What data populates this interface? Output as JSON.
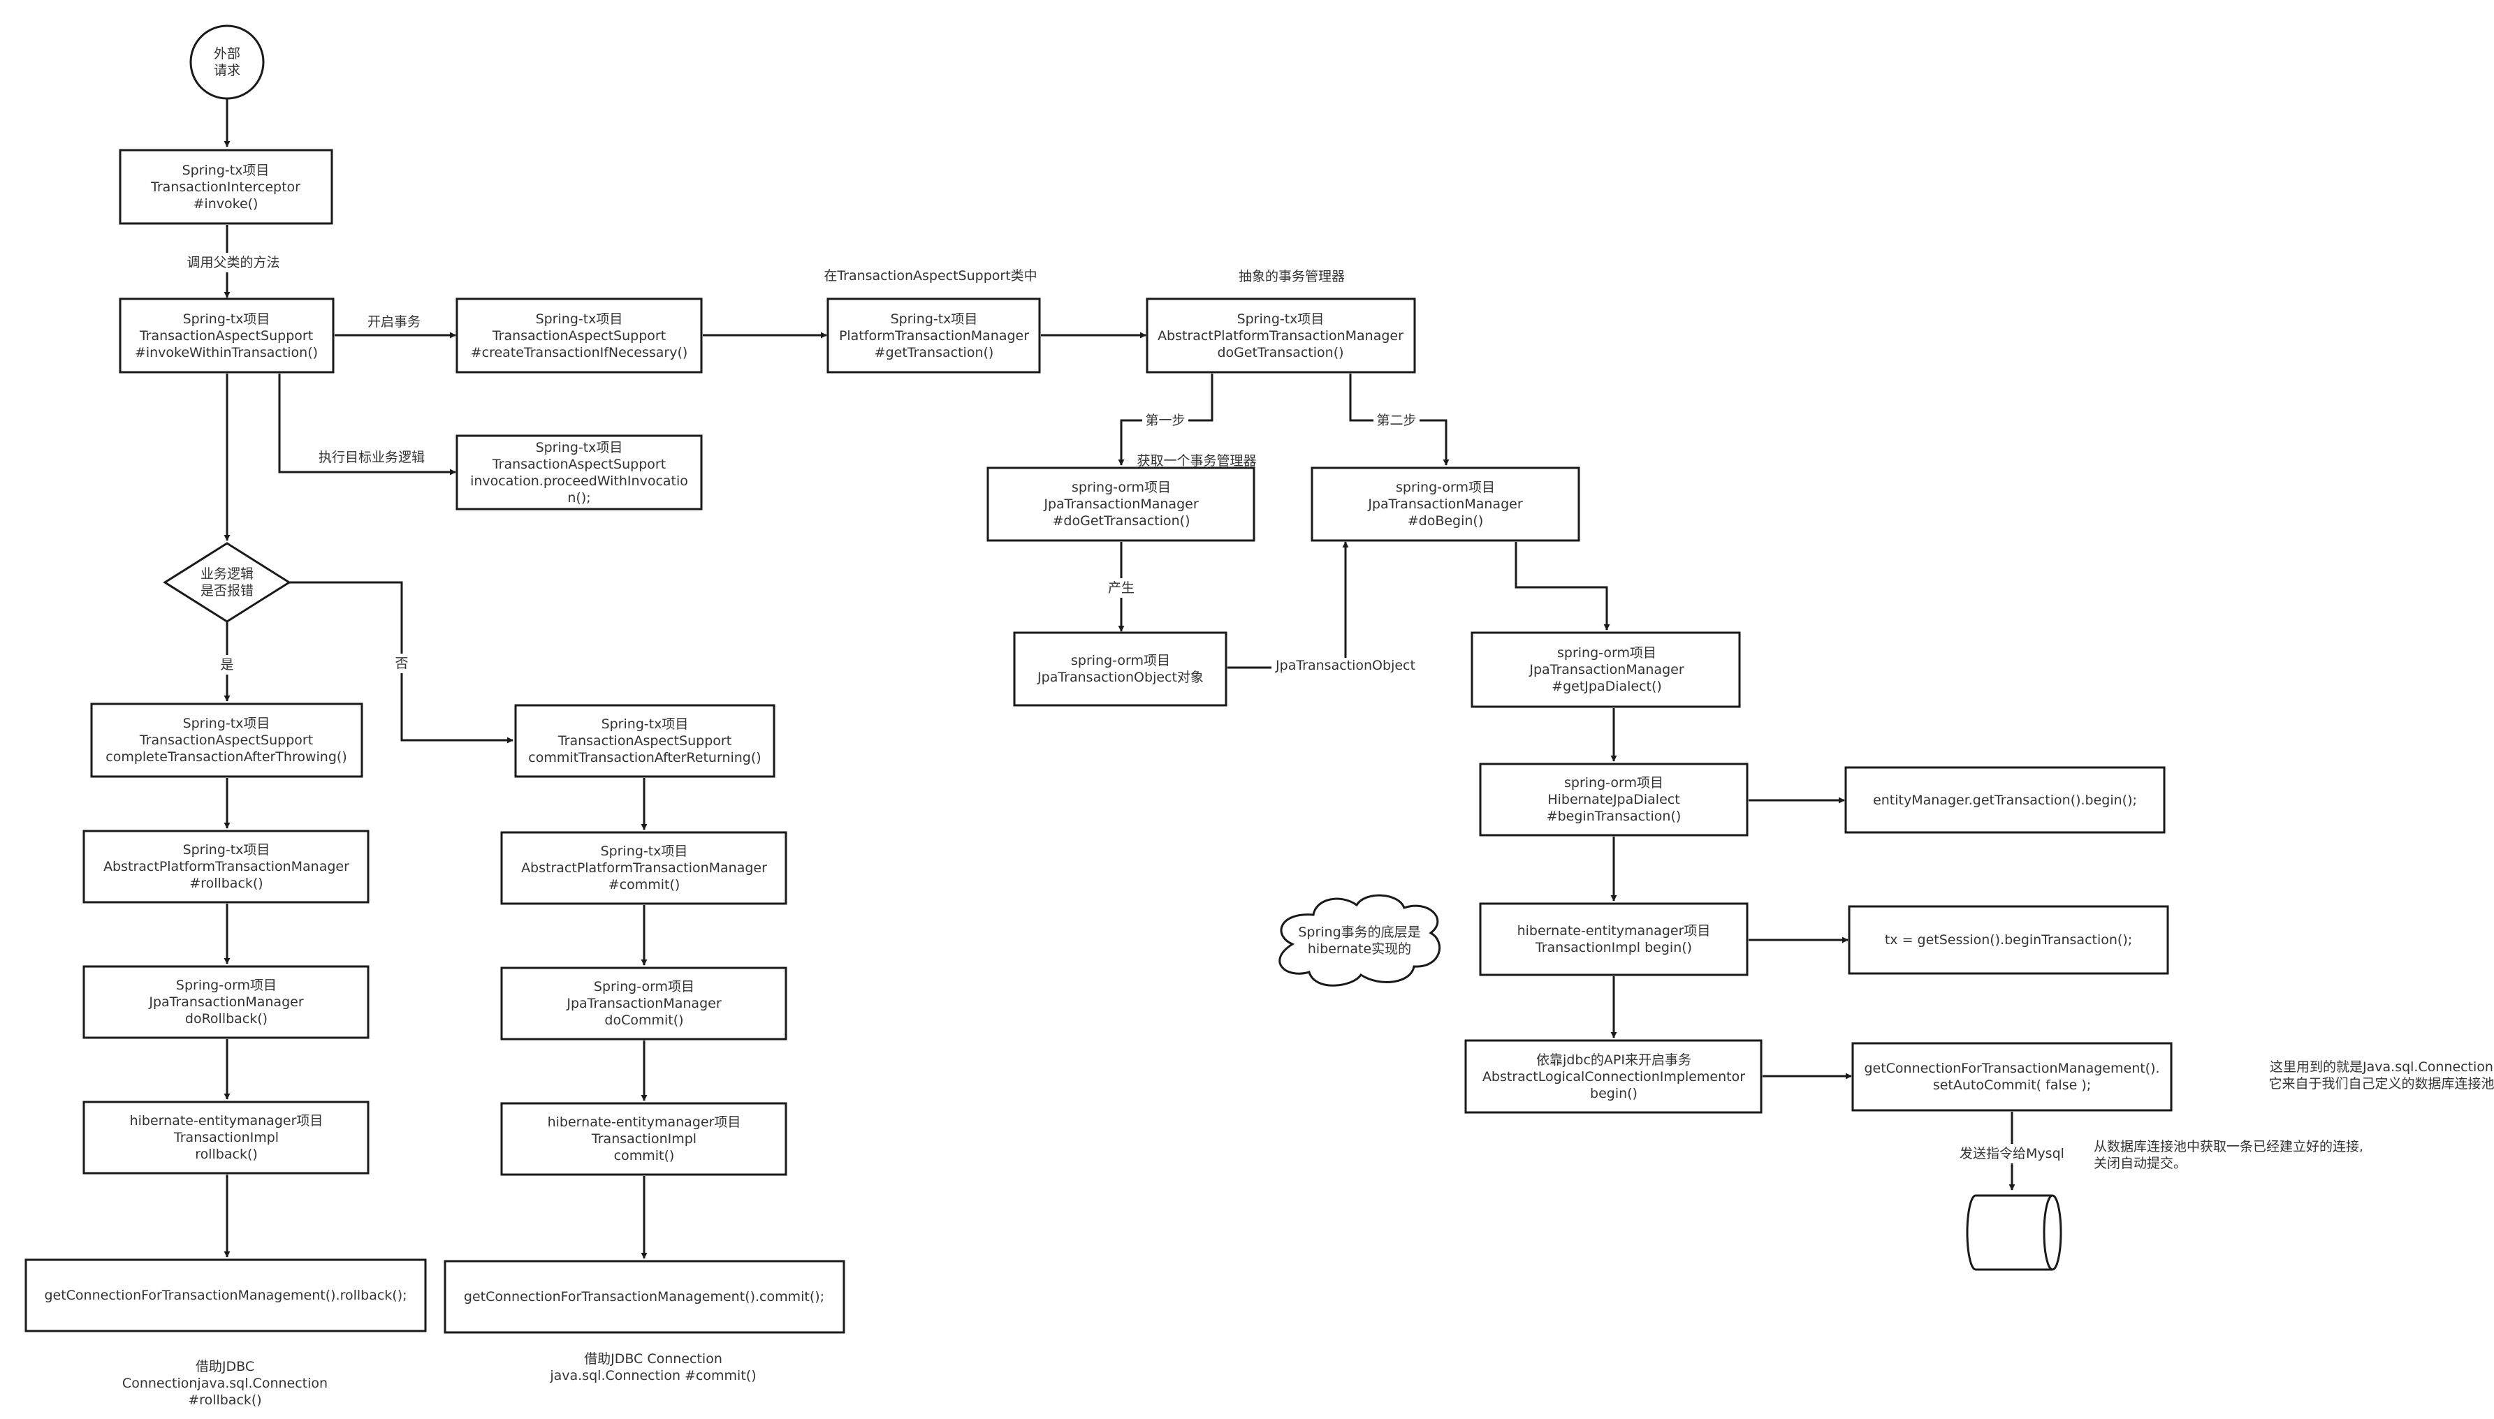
{
  "nodes": {
    "start": [
      "外部",
      "请求"
    ],
    "interceptor": [
      "Spring-tx项目",
      "TransactionInterceptor",
      "#invoke()"
    ],
    "aspect_invoke": [
      "Spring-tx项目",
      "TransactionAspectSupport",
      "#invokeWithinTransaction()"
    ],
    "create_tx": [
      "Spring-tx项目",
      "TransactionAspectSupport",
      "#createTransactionIfNecessary()"
    ],
    "proceed": [
      "Spring-tx项目",
      "TransactionAspectSupport",
      "invocation.proceedWithInvocatio",
      "n();"
    ],
    "ptm_get": [
      "Spring-tx项目",
      "PlatformTransactionManager",
      "#getTransaction()"
    ],
    "aptm_do_get": [
      "Spring-tx项目",
      "AbstractPlatformTransactionManager",
      "doGetTransaction()"
    ],
    "jpa_do_get": [
      "spring-orm项目",
      "JpaTransactionManager",
      "#doGetTransaction()"
    ],
    "jpa_tx_obj": [
      "spring-orm项目",
      "JpaTransactionObject对象"
    ],
    "jpa_do_begin": [
      "spring-orm项目",
      "JpaTransactionManager",
      "#doBegin()"
    ],
    "jpa_get_dialect": [
      "spring-orm项目",
      "JpaTransactionManager",
      "#getJpaDialect()"
    ],
    "hib_begin": [
      "spring-orm项目",
      "HibernateJpaDialect",
      "#beginTransaction()"
    ],
    "em_begin": [
      "entityManager.getTransaction().begin();"
    ],
    "tximpl_begin": [
      "hibernate-entitymanager项目",
      "TransactionImpl begin()"
    ],
    "session_begin": [
      "tx = getSession().beginTransaction();"
    ],
    "jdbc_begin": [
      "依靠jdbc的API来开启事务",
      "AbstractLogicalConnectionImplementor",
      "begin()"
    ],
    "autocommit": [
      "getConnectionForTransactionManagement().",
      "setAutoCommit( false );"
    ],
    "decision": [
      "业务逻辑",
      "是否报错"
    ],
    "complete_throw": [
      "Spring-tx项目",
      "TransactionAspectSupport",
      "completeTransactionAfterThrowing()"
    ],
    "aptm_rollback": [
      "Spring-tx项目",
      "AbstractPlatformTransactionManager",
      "#rollback()"
    ],
    "jpa_do_rollback": [
      "Spring-orm项目",
      "JpaTransactionManager",
      "doRollback()"
    ],
    "tximpl_rollback": [
      "hibernate-entitymanager项目",
      "TransactionImpl",
      "rollback()"
    ],
    "conn_rollback": [
      "getConnectionForTransactionManagement().rollback();"
    ],
    "commit_return": [
      "Spring-tx项目",
      "TransactionAspectSupport",
      "commitTransactionAfterReturning()"
    ],
    "aptm_commit": [
      "Spring-tx项目",
      "AbstractPlatformTransactionManager",
      "#commit()"
    ],
    "jpa_do_commit": [
      "Spring-orm项目",
      "JpaTransactionManager",
      "doCommit()"
    ],
    "tximpl_commit": [
      "hibernate-entitymanager项目",
      "TransactionImpl",
      "commit()"
    ],
    "conn_commit": [
      "getConnectionForTransactionManagement().commit();"
    ],
    "cloud": [
      "Spring事务的底层是",
      "hibernate实现的"
    ]
  },
  "edge_labels": {
    "call_parent": "调用父类的方法",
    "open_tx": "开启事务",
    "exec_business": "执行目标业务逻辑",
    "step_one": "第一步",
    "step_two": "第二步",
    "get_tx_manager": "获取一个事务管理器",
    "produce": "产生",
    "jpa_tx_object": "JpaTransactionObject",
    "yes": "是",
    "no": "否",
    "send_mysql": "发送指令给Mysql"
  },
  "annotations": {
    "in_aspect_support": "在TransactionAspectSupport类中",
    "abstract_tx_manager": "抽象的事务管理器",
    "rollback_note": [
      "借助JDBC",
      "Connectionjava.sql.Connection",
      "#rollback()"
    ],
    "commit_note": [
      "借助JDBC Connection",
      "java.sql.Connection #commit()"
    ],
    "java_sql_note": [
      "这里用到的就是Java.sql.Connection",
      "它来自于我们自己定义的数据库连接池"
    ],
    "pool_note": [
      "从数据库连接池中获取一条已经建立好的连接,",
      "关闭自动提交。"
    ]
  }
}
